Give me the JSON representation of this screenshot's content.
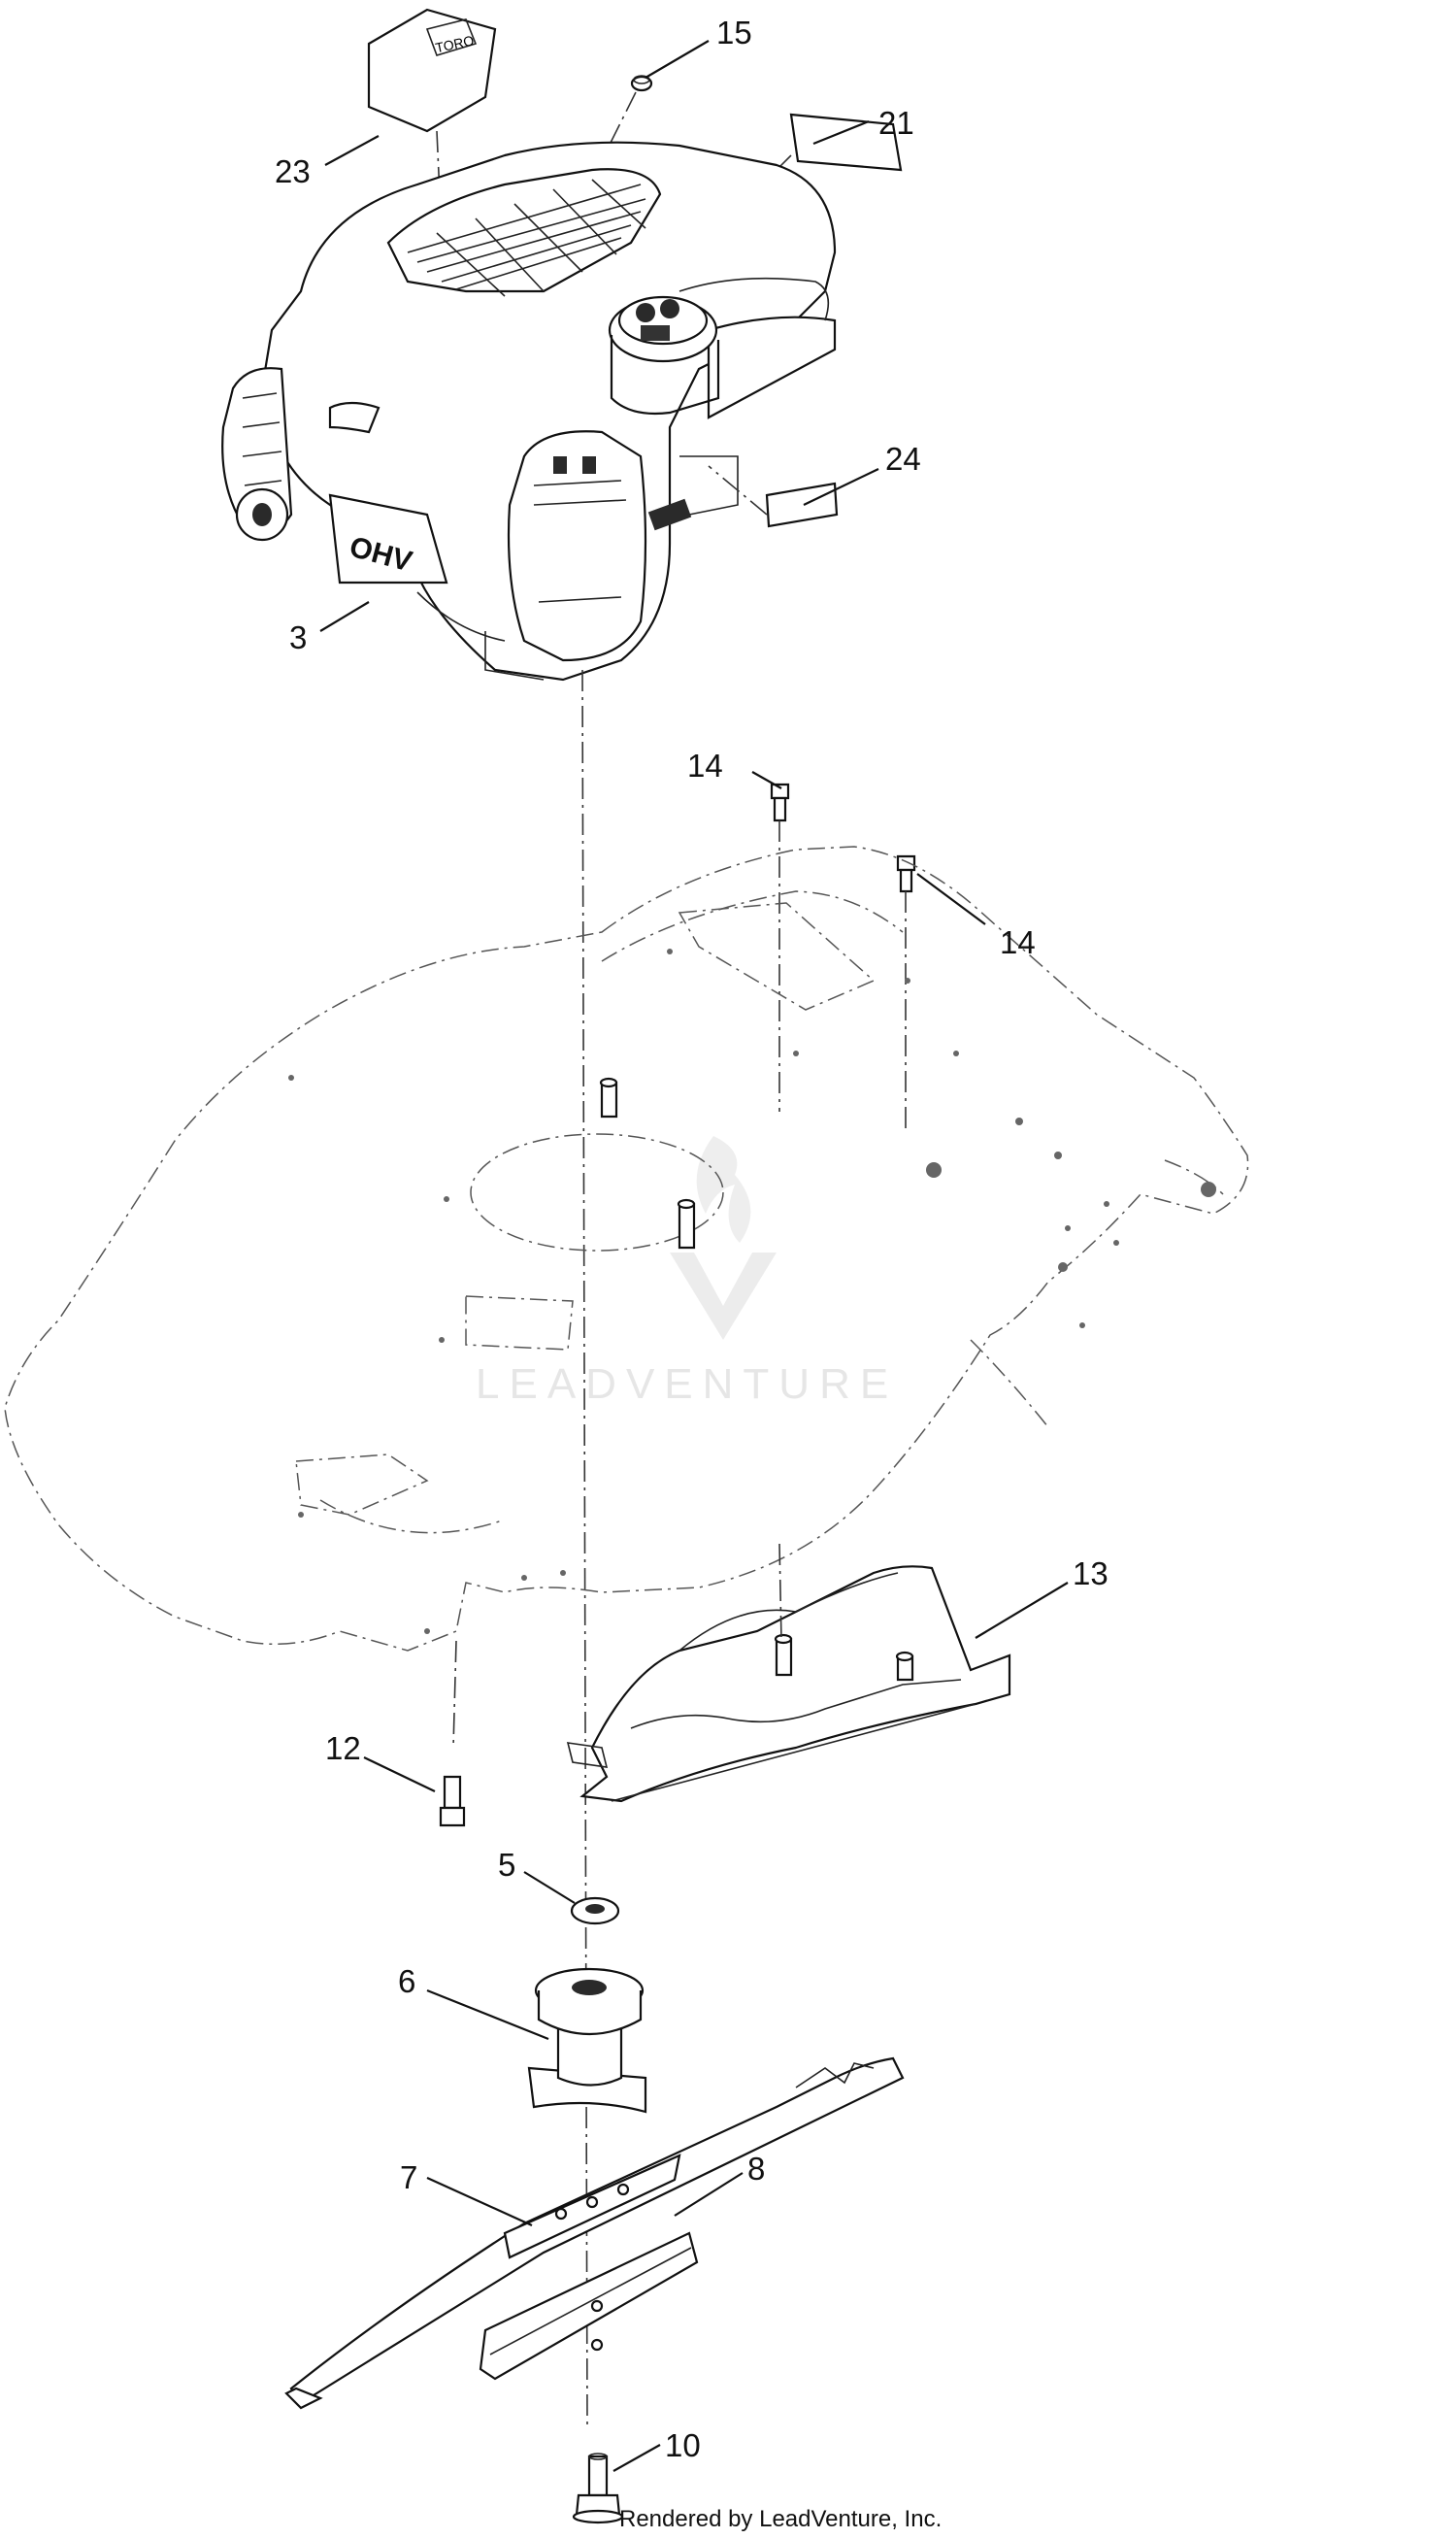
{
  "diagram": {
    "callouts": [
      {
        "id": "c15",
        "label": "15"
      },
      {
        "id": "c21",
        "label": "21"
      },
      {
        "id": "c23",
        "label": "23"
      },
      {
        "id": "c24",
        "label": "24"
      },
      {
        "id": "c3",
        "label": "3"
      },
      {
        "id": "c14a",
        "label": "14"
      },
      {
        "id": "c14b",
        "label": "14"
      },
      {
        "id": "c13",
        "label": "13"
      },
      {
        "id": "c12",
        "label": "12"
      },
      {
        "id": "c5",
        "label": "5"
      },
      {
        "id": "c6",
        "label": "6"
      },
      {
        "id": "c7",
        "label": "7"
      },
      {
        "id": "c8",
        "label": "8"
      },
      {
        "id": "c10",
        "label": "10"
      }
    ],
    "watermark": "LEADVENTURE",
    "footer": "Rendered by LeadVenture, Inc."
  }
}
